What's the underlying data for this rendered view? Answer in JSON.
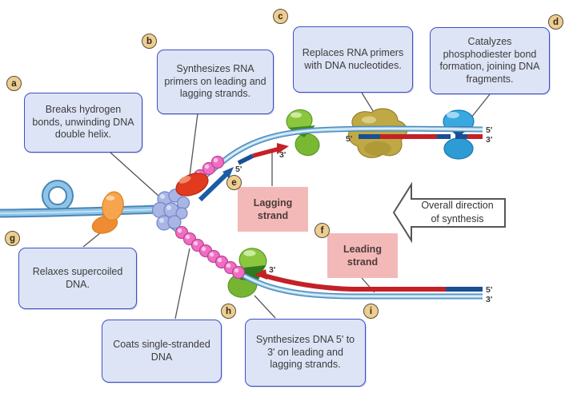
{
  "callouts": [
    {
      "label": "a",
      "text": "Breaks hydrogen bonds, unwinding DNA double helix."
    },
    {
      "label": "b",
      "text": "Synthesizes RNA primers on leading and lagging strands."
    },
    {
      "label": "c",
      "text": "Replaces RNA primers with DNA nucleotides."
    },
    {
      "label": "d",
      "text": "Catalyzes phosphodiester bond formation, joining DNA fragments."
    },
    {
      "label": "g",
      "text": "Relaxes supercoiled DNA."
    },
    {
      "label": "h",
      "text": "Coats single-stranded DNA"
    },
    {
      "label": "i",
      "text": "Synthesizes DNA 5' to 3' on leading and lagging strands."
    }
  ],
  "strand_labels": {
    "e": {
      "label": "e",
      "text": "Lagging strand"
    },
    "f": {
      "label": "f",
      "text": "Leading strand"
    }
  },
  "direction_arrow": {
    "line1": "Overall direction",
    "line2": "of synthesis"
  },
  "dna_labels": {
    "fragment_5": "5'",
    "fragment_3": "3'",
    "mid_5": "5'",
    "top_right_5": "5'",
    "top_right_3": "3'",
    "leading_3": "3'",
    "bottom_right_5": "5'",
    "bottom_right_3": "3'"
  },
  "colors": {
    "callout_fill": "#dde4f5",
    "callout_border": "#3d50c6",
    "badge_fill": "#eecd92",
    "strand_box_fill": "#f3b9b9",
    "template_blue": "#8ec4e8",
    "new_strand_red": "#c42127",
    "rna_primer_blue": "#1b4f93",
    "ssb_pink": "#ee6fc1",
    "helicase_periwinkle": "#a9b6e4",
    "primase_red": "#e13a1e",
    "topoisomerase_orange": "#f6a54e",
    "polymerase_green": "#8cc63e",
    "pol1_olive": "#c0a945",
    "ligase_blue": "#3aa8e0"
  }
}
